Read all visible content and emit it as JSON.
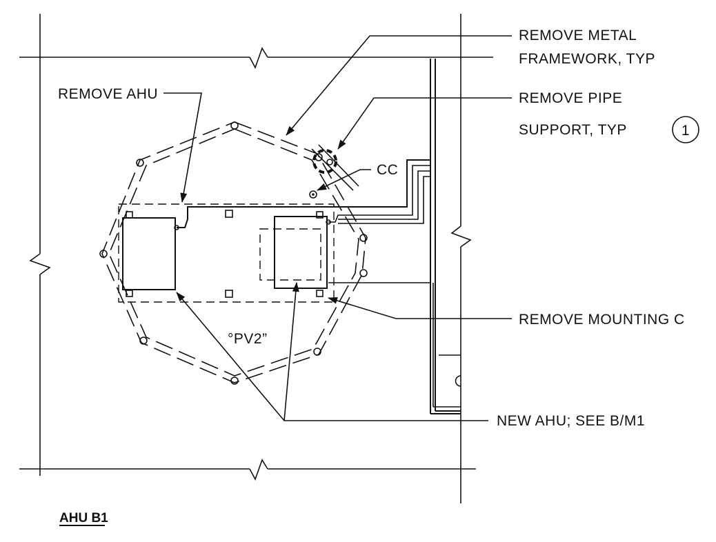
{
  "title": "AHU B1",
  "callouts": {
    "remove_metal_framework_1": "REMOVE METAL",
    "remove_metal_framework_2": "FRAMEWORK, TYP",
    "remove_ahu": "REMOVE AHU",
    "remove_pipe_support_1": "REMOVE PIPE",
    "remove_pipe_support_2": "SUPPORT, TYP",
    "pipe_support_keynote": "1",
    "cc": "CC",
    "pv2": "°PV2”",
    "remove_mounting": "REMOVE MOUNTING C",
    "new_ahu": "NEW AHU; SEE B/M1"
  }
}
